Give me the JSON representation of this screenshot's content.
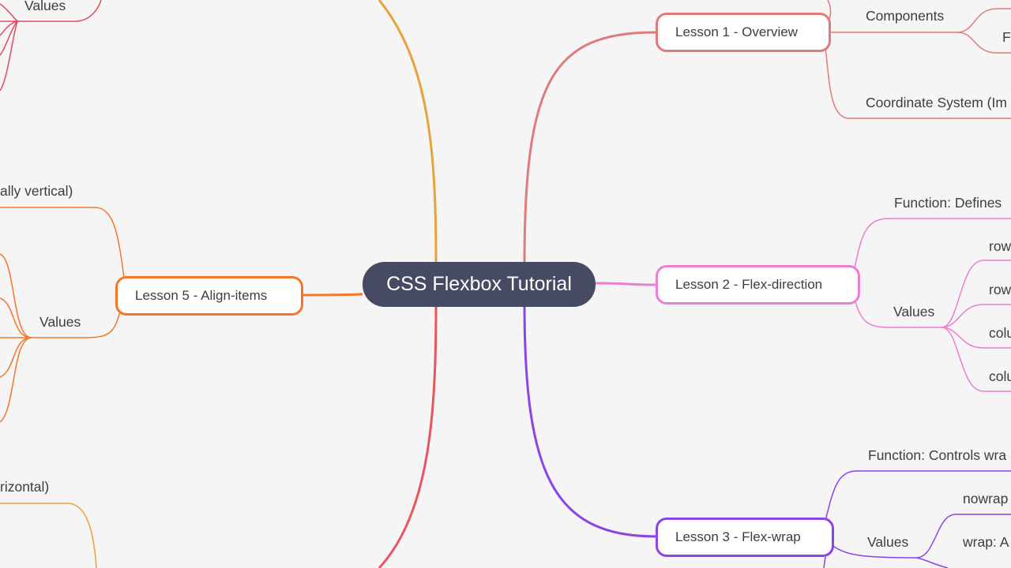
{
  "colors": {
    "background": "#f5f5f5",
    "root": "#474a63",
    "lesson1": "#e07b7b",
    "lesson2": "#ea7fd2",
    "lesson3": "#8a44e8",
    "lesson5": "#f5762a",
    "lesson4": "#e9a23b",
    "lesson6": "#e85560",
    "top_left": "#e24a5e"
  },
  "root": {
    "label": "CSS Flexbox Tutorial"
  },
  "lessons": {
    "l1": "Lesson 1 - Overview",
    "l2": "Lesson 2 - Flex-direction",
    "l3": "Lesson 3 - Flex-wrap",
    "l5": "Lesson 5 - Align-items"
  },
  "lesson1": {
    "components": "Components",
    "component_child": "F",
    "coordinate": "Coordinate System (Im"
  },
  "lesson2": {
    "function": "Function: Defines",
    "values": "Values",
    "v1": "row",
    "v2": "row",
    "v3": "colu",
    "v4": "colu"
  },
  "lesson3": {
    "function": "Function: Controls wra",
    "values": "Values",
    "v1": "nowrap",
    "v2": "wrap: A"
  },
  "lesson5": {
    "axis": "ally vertical)",
    "values": "Values"
  },
  "top_left": {
    "values": "Values"
  },
  "bottom_left": {
    "axis": "rizontal)"
  }
}
